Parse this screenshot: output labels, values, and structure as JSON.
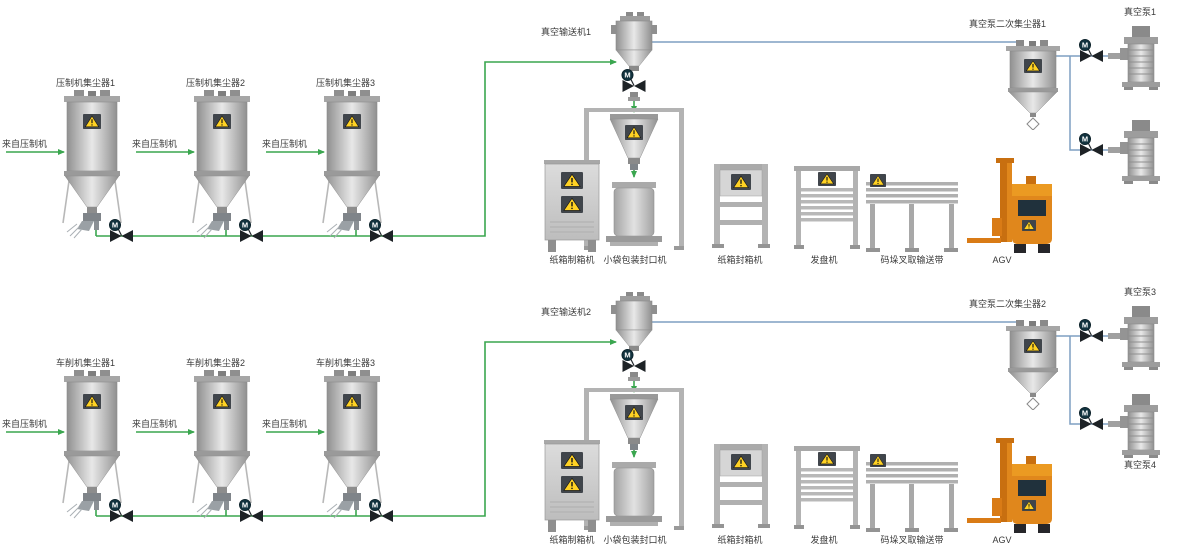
{
  "icons": {
    "valve_motor_label": "M"
  },
  "colors": {
    "pipe_green": "#3aa64f",
    "pipe_blue": "#7e9fc2",
    "agv_orange": "#e0871c",
    "warning_yellow": "#ffd224"
  },
  "top": {
    "collectors": [
      {
        "label": "压制机集尘器1",
        "source": "来自压制机"
      },
      {
        "label": "压制机集尘器2",
        "source": "来自压制机"
      },
      {
        "label": "压制机集尘器3",
        "source": "来自压制机"
      }
    ],
    "conveyor_label": "真空输送机1",
    "secondary_collector_label": "真空泵二次集尘器1",
    "pump_labels": [
      "真空泵1"
    ],
    "equipment_labels": [
      "纸箱制箱机",
      "小袋包装封口机",
      "纸箱封箱机",
      "发盘机",
      "码垛叉取输送带",
      "AGV"
    ]
  },
  "bottom": {
    "collectors": [
      {
        "label": "车削机集尘器1",
        "source": "来自压制机"
      },
      {
        "label": "车削机集尘器2",
        "source": "来自压制机"
      },
      {
        "label": "车削机集尘器3",
        "source": "来自压制机"
      }
    ],
    "conveyor_label": "真空输送机2",
    "secondary_collector_label": "真空泵二次集尘器2",
    "pump_labels": [
      "真空泵3",
      "真空泵4"
    ],
    "equipment_labels": [
      "纸箱制箱机",
      "小袋包装封口机",
      "纸箱封箱机",
      "发盘机",
      "码垛叉取输送带",
      "AGV"
    ]
  }
}
